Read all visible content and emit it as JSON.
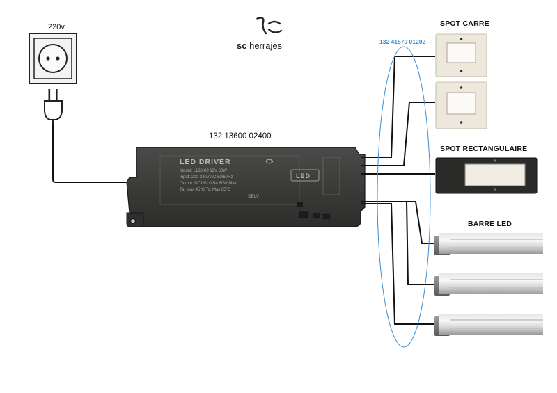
{
  "brand": {
    "prefix": "sc",
    "name": "herrajes"
  },
  "labels": {
    "voltage": "220v",
    "driver_code": "132 13600 02400",
    "spot_code": "132 41570 01202",
    "spot_carre": "SPOT CARRE",
    "spot_rectangulaire": "SPOT RECTANGULAIRE",
    "barre_led": "BARRE LED"
  },
  "driver": {
    "title": "LED DRIVER",
    "model": "Model: L136-00   12V   60W",
    "input": "Input:  200-240V AC  50/60Hz",
    "output": "Output: DC12V 0-5A  60W Max",
    "temps": "Ta: Max 45°C  Tc: Max 85°C",
    "selv": "SELV",
    "badge": "LED"
  },
  "colors": {
    "wire": "#111111",
    "accent_blue": "#3a8ed6",
    "driver_body": "#3a3a38"
  }
}
